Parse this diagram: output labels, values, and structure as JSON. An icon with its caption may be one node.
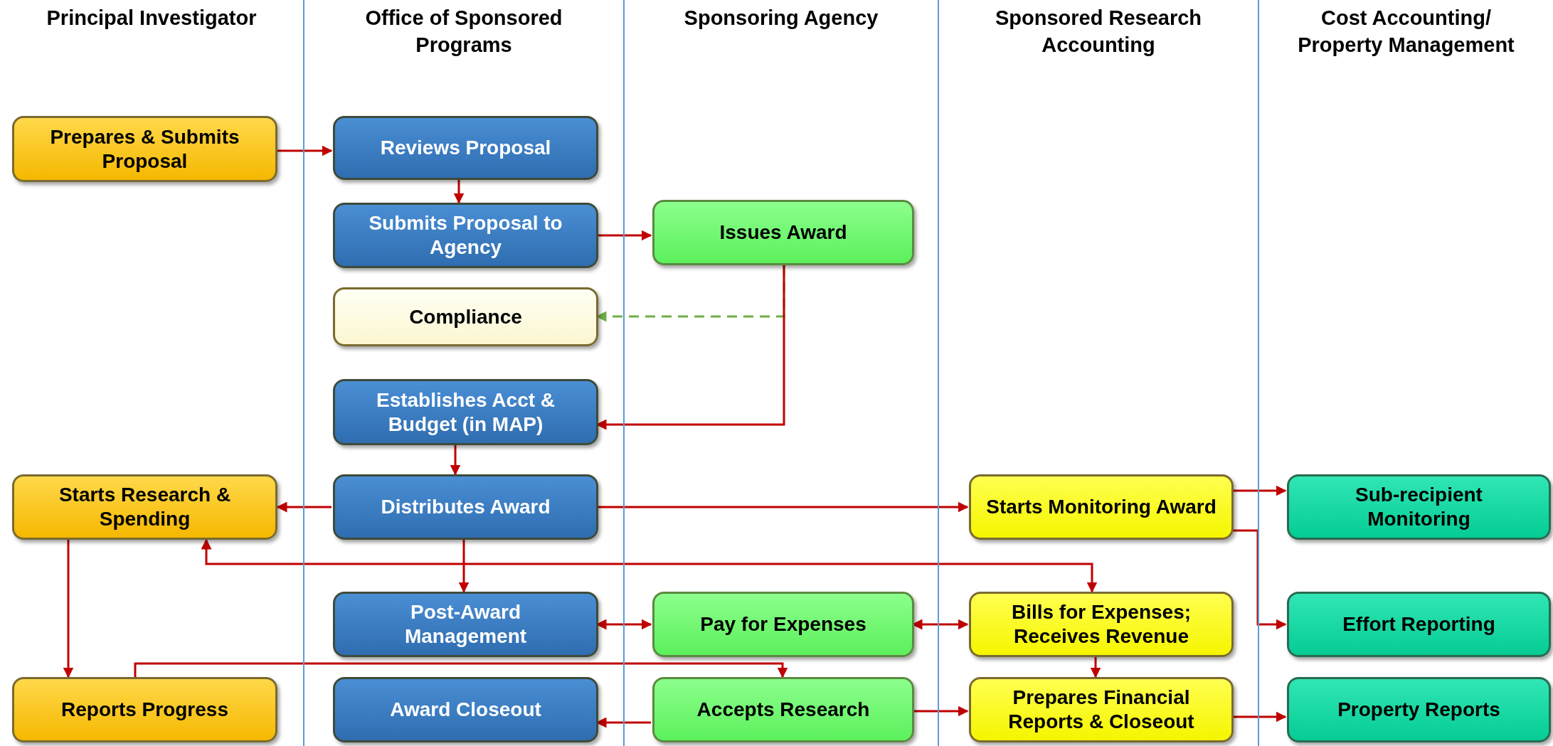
{
  "diagram": {
    "nodes": [
      {
        "text": [
          "Principal Investigator"
        ]
      },
      {
        "text": [
          "Prepares & Submits Proposal"
        ],
        "in": 0
      },
      {
        "text": [
          "Starts Research & Spending"
        ],
        "in": 0
      },
      {
        "text": [
          "Reports Progress"
        ],
        "in": 0
      },
      {
        "text": [
          "Office of Sponsored Programs"
        ]
      },
      {
        "text": [
          "Reviews Proposal"
        ],
        "in": 4
      },
      {
        "text": [
          "Submits Proposal to Agency"
        ],
        "in": 4
      },
      {
        "text": [
          "Compliance"
        ],
        "in": 4
      },
      {
        "text": [
          "Establishes Acct & Budget (in MAP)"
        ],
        "in": 4
      },
      {
        "text": [
          "Distributes Award"
        ],
        "in": 4
      },
      {
        "text": [
          "Post-Award Management"
        ],
        "in": 4
      },
      {
        "text": [
          "Award Closeout"
        ],
        "in": 4
      },
      {
        "text": [
          "Sponsoring Agency"
        ]
      },
      {
        "text": [
          "Issues Award"
        ],
        "in": 12
      },
      {
        "text": [
          "Pay for Expenses"
        ],
        "in": 12
      },
      {
        "text": [
          "Accepts Research"
        ],
        "in": 12
      },
      {
        "text": [
          "Sponsored Research Accounting"
        ]
      },
      {
        "text": [
          "Starts Monitoring Award"
        ],
        "in": 16
      },
      {
        "text": [
          "Bills for Expenses; Receives Revenue"
        ],
        "in": 16
      },
      {
        "text": [
          "Prepares Financial Reports & Closeout"
        ],
        "in": 16
      },
      {
        "text": [
          "Cost Accounting/ Property Management"
        ]
      },
      {
        "text": [
          "Sub-recipient Monitoring"
        ],
        "in": 20
      },
      {
        "text": [
          "Effort Reporting"
        ],
        "in": 20
      },
      {
        "text": [
          "Property Reports"
        ],
        "in": 20
      }
    ],
    "edges": [
      {
        "from": 1,
        "to": 5,
        "arrow": "to"
      },
      {
        "from": 5,
        "to": 6,
        "arrow": "to"
      },
      {
        "from": 6,
        "to": 13,
        "arrow": "to"
      },
      {
        "from": 13,
        "to": 7,
        "arrow": "to",
        "style": "dashed",
        "color": "#70ad47"
      },
      {
        "from": 13,
        "to": 8,
        "arrow": "to"
      },
      {
        "from": 8,
        "to": 9,
        "arrow": "to"
      },
      {
        "from": 9,
        "to": 2,
        "arrow": "to"
      },
      {
        "from": 9,
        "to": 17,
        "arrow": "to"
      },
      {
        "from": 9,
        "to": 10,
        "arrow": "to"
      },
      {
        "from": 17,
        "to": 21,
        "arrow": "to"
      },
      {
        "from": 17,
        "to": 22,
        "arrow": "to"
      },
      {
        "from": 2,
        "to": 3,
        "arrow": "to"
      },
      {
        "from": 2,
        "to": 18,
        "arrow": "both"
      },
      {
        "from": 10,
        "to": 14,
        "arrow": "both"
      },
      {
        "from": 14,
        "to": 18,
        "arrow": "both"
      },
      {
        "from": 18,
        "to": 19,
        "arrow": "to"
      },
      {
        "from": 3,
        "to": 15,
        "arrow": "to"
      },
      {
        "from": 15,
        "to": 11,
        "arrow": "to"
      },
      {
        "from": 15,
        "to": 19,
        "arrow": "to"
      },
      {
        "from": 19,
        "to": 23,
        "arrow": "to"
      }
    ]
  }
}
